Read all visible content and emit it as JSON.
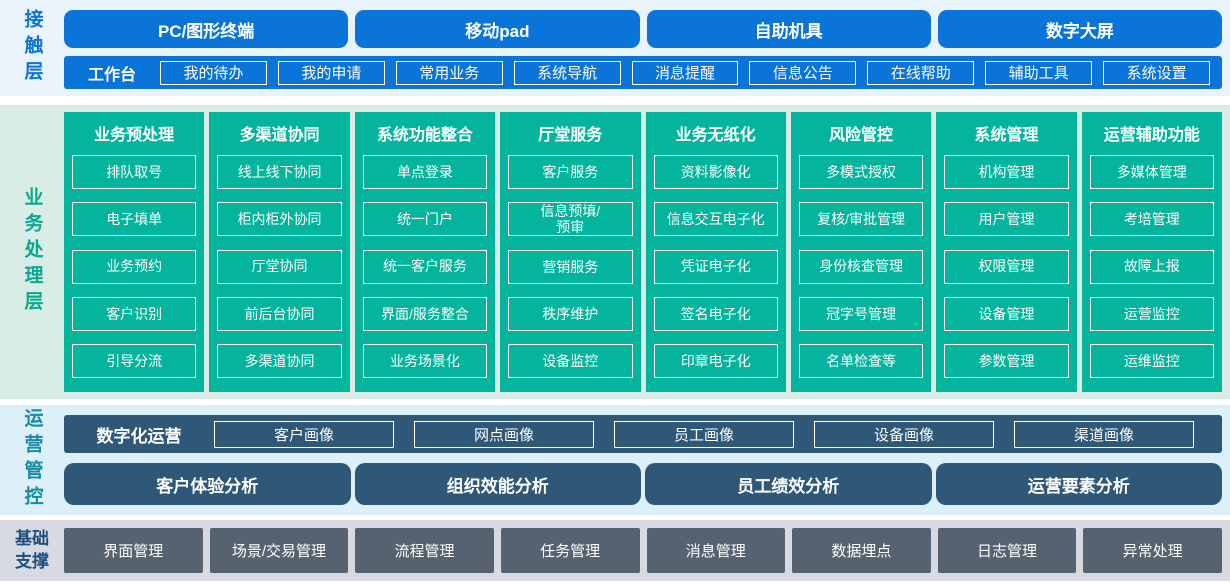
{
  "colors": {
    "blue": "#0b74d8",
    "teal_green": "#05b49d",
    "dark_slate": "#2e5778",
    "gray_box": "#576270",
    "contact_bg": "#e9f3fb",
    "business_bg": "#d9ece6",
    "ops_bg": "#ddeff8",
    "base_bg": "#d7dbe1"
  },
  "contact_layer": {
    "label": "接触层",
    "terminals": [
      "PC/图形终端",
      "移动pad",
      "自助机具",
      "数字大屏"
    ],
    "workbench": {
      "label": "工作台",
      "items": [
        "我的待办",
        "我的申请",
        "常用业务",
        "系统导航",
        "消息提醒",
        "信息公告",
        "在线帮助",
        "辅助工具",
        "系统设置"
      ]
    }
  },
  "business_layer": {
    "label": "业务处理层",
    "columns": [
      {
        "title": "业务预处理",
        "items": [
          "排队取号",
          "电子填单",
          "业务预约",
          "客户识别",
          "引导分流"
        ]
      },
      {
        "title": "多渠道协同",
        "items": [
          "线上线下协同",
          "柜内柜外协同",
          "厅堂协同",
          "前后台协同",
          "多渠道协同"
        ]
      },
      {
        "title": "系统功能整合",
        "items": [
          "单点登录",
          "统一门户",
          "统一客户服务",
          "界面/服务整合",
          "业务场景化"
        ]
      },
      {
        "title": "厅堂服务",
        "items": [
          "客户服务",
          "信息预填/\n预审",
          "营销服务",
          "秩序维护",
          "设备监控"
        ]
      },
      {
        "title": "业务无纸化",
        "items": [
          "资料影像化",
          "信息交互电子化",
          "凭证电子化",
          "签名电子化",
          "印章电子化"
        ]
      },
      {
        "title": "风险管控",
        "items": [
          "多模式授权",
          "复核/审批管理",
          "身份核查管理",
          "冠字号管理",
          "名单检查等"
        ]
      },
      {
        "title": "系统管理",
        "items": [
          "机构管理",
          "用户管理",
          "权限管理",
          "设备管理",
          "参数管理"
        ]
      },
      {
        "title": "运营辅助功能",
        "items": [
          "多媒体管理",
          "考培管理",
          "故障上报",
          "运营监控",
          "运维监控"
        ]
      }
    ]
  },
  "ops_layer": {
    "label": "运营管控",
    "digital_ops": {
      "label": "数字化运营",
      "items": [
        "客户画像",
        "网点画像",
        "员工画像",
        "设备画像",
        "渠道画像"
      ]
    },
    "analysis": [
      "客户体验分析",
      "组织效能分析",
      "员工绩效分析",
      "运营要素分析"
    ]
  },
  "base_layer": {
    "label": "基础支撑",
    "items": [
      "界面管理",
      "场景/交易管理",
      "流程管理",
      "任务管理",
      "消息管理",
      "数据埋点",
      "日志管理",
      "异常处理"
    ]
  }
}
